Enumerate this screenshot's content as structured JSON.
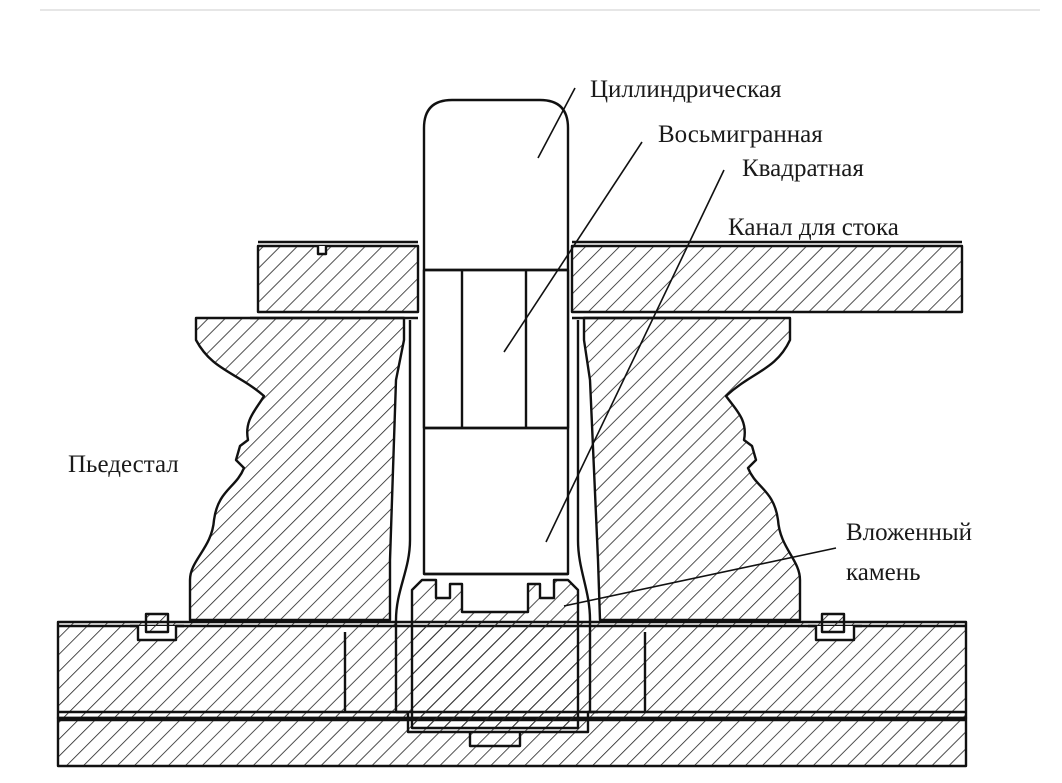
{
  "labels": {
    "cylindrical": "Циллиндрическая",
    "octagonal": "Восьмигранная",
    "square": "Квадратная",
    "drain_channel": "Канал для стока",
    "pedestal": "Пьедестал",
    "inset_stone_line1": "Вложенный",
    "inset_stone_line2": "камень"
  },
  "colors": {
    "stroke": "#111111",
    "background": "#ffffff",
    "separator": "#e6e6e6"
  }
}
